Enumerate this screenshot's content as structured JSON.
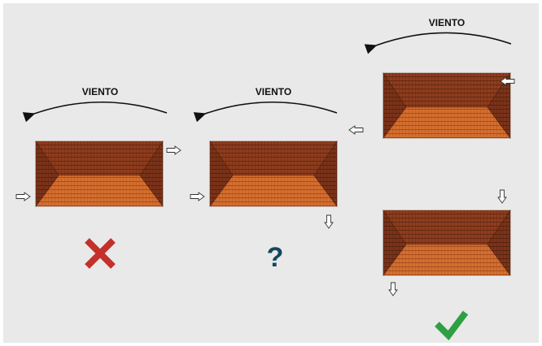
{
  "panel_background": "#e9e9e9",
  "page_background": "#ffffff",
  "roof_colors": {
    "top_slope": "#8f3d1e",
    "bottom_slope": "#d56f30",
    "hip_slope": "#7b331a",
    "tile_line": "#5a2410"
  },
  "wind_label": "VIENTO",
  "scenarios": [
    {
      "label": "VIENTO",
      "verdict_icon": "cross-icon",
      "verdict_color": "#c4302a"
    },
    {
      "label": "VIENTO",
      "verdict_icon": "question-icon",
      "verdict_text": "?",
      "verdict_color": "#14485e"
    },
    {
      "label": "VIENTO",
      "verdict_icon": "check-icon",
      "verdict_color": "#2ea043"
    }
  ],
  "icons": {
    "wind_arrow": "curved-arrow-left-icon",
    "air_flow": "small-hollow-arrow-icon"
  }
}
